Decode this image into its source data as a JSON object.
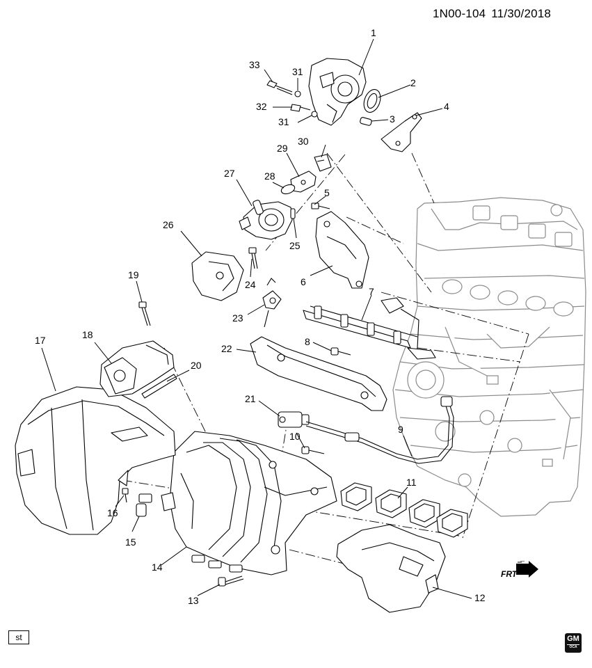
{
  "header": {
    "diagram_code": "1N00-104",
    "date": "11/30/2018"
  },
  "footer": {
    "st_label": "st",
    "logo_text": "GM",
    "logo_sub": "OCA"
  },
  "direction": {
    "label": "FRT"
  },
  "callouts": {
    "c1": "1",
    "c2": "2",
    "c3": "3",
    "c4": "4",
    "c5": "5",
    "c6": "6",
    "c7": "7",
    "c8": "8",
    "c9": "9",
    "c10": "10",
    "c11": "11",
    "c12": "12",
    "c13": "13",
    "c14": "14",
    "c15": "15",
    "c16": "16",
    "c17": "17",
    "c18": "18",
    "c19": "19",
    "c20": "20",
    "c21": "21",
    "c22": "22",
    "c23": "23",
    "c24": "24",
    "c25": "25",
    "c26": "26",
    "c27": "27",
    "c28": "28",
    "c29": "29",
    "c30": "30",
    "c31": "31",
    "c32": "32",
    "c33": "33"
  },
  "colors": {
    "line": "#000000",
    "fill": "#ffffff",
    "engine": "#8a8a8a"
  }
}
